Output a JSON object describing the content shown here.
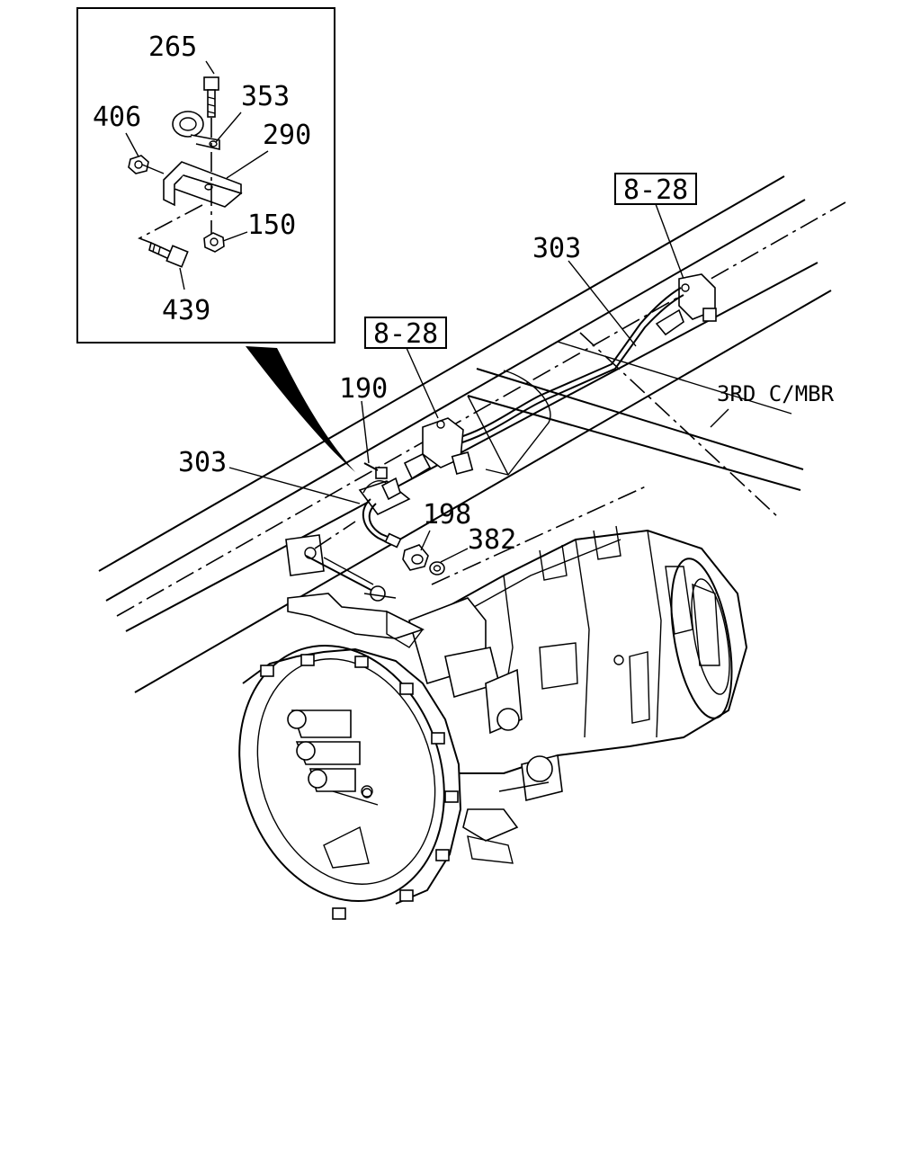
{
  "inset": {
    "callouts": [
      "265",
      "353",
      "406",
      "290",
      "150",
      "439"
    ]
  },
  "main": {
    "refs": [
      "8-28",
      "8-28"
    ],
    "callouts": [
      "303",
      "303",
      "190",
      "198",
      "382"
    ],
    "member_label": "3RD C/MBR"
  }
}
